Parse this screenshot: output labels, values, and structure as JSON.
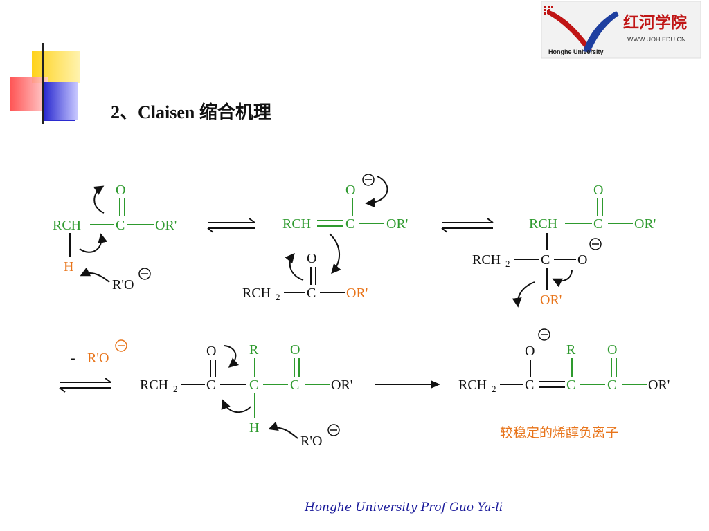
{
  "header": {
    "title": "2、Claisen 缩合机理",
    "logo": {
      "chinese_name": "红河学院",
      "url_text": "WWW.UOH.EDU.CN",
      "english_name": "Honghe University"
    }
  },
  "footer": {
    "text": "Honghe University  Prof Guo Ya-li"
  },
  "mechanism": {
    "sym_O": "O",
    "sym_C": "C",
    "sym_H": "H",
    "sym_R": "R",
    "sym_ORp": "OR'",
    "sym_RpO": "R'O",
    "sym_RCH": "RCH",
    "sym_RCH2": "RCH",
    "sub_2": "2",
    "minus_sign": "-",
    "charge": "−",
    "enolate_caption": "较稳定的烯醇负离子"
  },
  "colors": {
    "green": "#2e9a2e",
    "orange": "#e8741a",
    "black": "#111111",
    "logo_red": "#c01515",
    "logo_blue": "#1e3fa0",
    "footer_blue": "#1a1a9a"
  }
}
